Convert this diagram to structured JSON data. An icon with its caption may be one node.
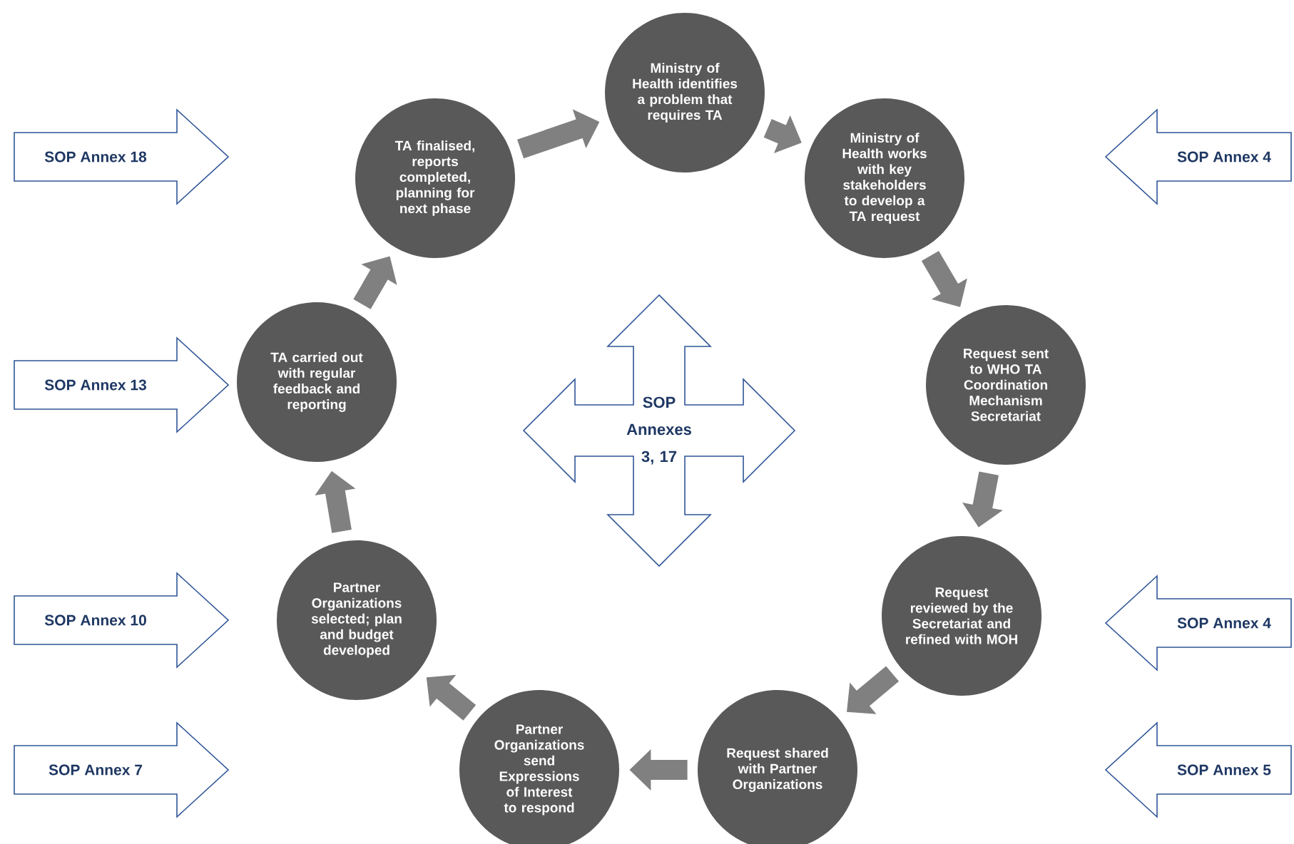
{
  "diagram": {
    "nodes": [
      {
        "text": [
          "Ministry of Health identifies a problem that requires TA"
        ]
      },
      {
        "text": [
          "Ministry of Health works with key stakeholders to develop a TA request"
        ]
      },
      {
        "text": [
          "Request sent to WHO TA Coordination Mechanism Secretariat"
        ]
      },
      {
        "text": [
          "Request reviewed by the Secretariat and refined with MOH"
        ]
      },
      {
        "text": [
          "Request shared with Partner Organizations"
        ]
      },
      {
        "text": [
          "Partner Organizations send Expressions of Interest to respond"
        ]
      },
      {
        "text": [
          "Partner Organizations selected; plan and budget developed"
        ]
      },
      {
        "text": [
          "TA carried out with regular feedback and reporting"
        ]
      },
      {
        "text": [
          "TA finalised, reports completed, planning for next phase"
        ]
      },
      {
        "text": [
          "SOP Annex 18"
        ]
      },
      {
        "text": [
          "SOP Annex 4"
        ]
      },
      {
        "text": [
          "SOP Annex 13"
        ]
      },
      {
        "text": [
          "SOP Annexes 3, 17"
        ]
      },
      {
        "text": [
          "SOP Annex 10"
        ]
      },
      {
        "text": [
          "SOP Annex 4"
        ]
      },
      {
        "text": [
          "SOP Annex 7"
        ]
      },
      {
        "text": [
          "SOP Annex 5"
        ]
      }
    ],
    "edges": [
      {
        "from": 0,
        "to": 1,
        "arrow": "to"
      },
      {
        "from": 1,
        "to": 2,
        "arrow": "to"
      },
      {
        "from": 2,
        "to": 3,
        "arrow": "to"
      },
      {
        "from": 3,
        "to": 4,
        "arrow": "to"
      },
      {
        "from": 4,
        "to": 5,
        "arrow": "to"
      },
      {
        "from": 5,
        "to": 6,
        "arrow": "to"
      },
      {
        "from": 6,
        "to": 7,
        "arrow": "to"
      },
      {
        "from": 7,
        "to": 8,
        "arrow": "to"
      },
      {
        "from": 8,
        "to": 0,
        "arrow": "to"
      }
    ]
  }
}
